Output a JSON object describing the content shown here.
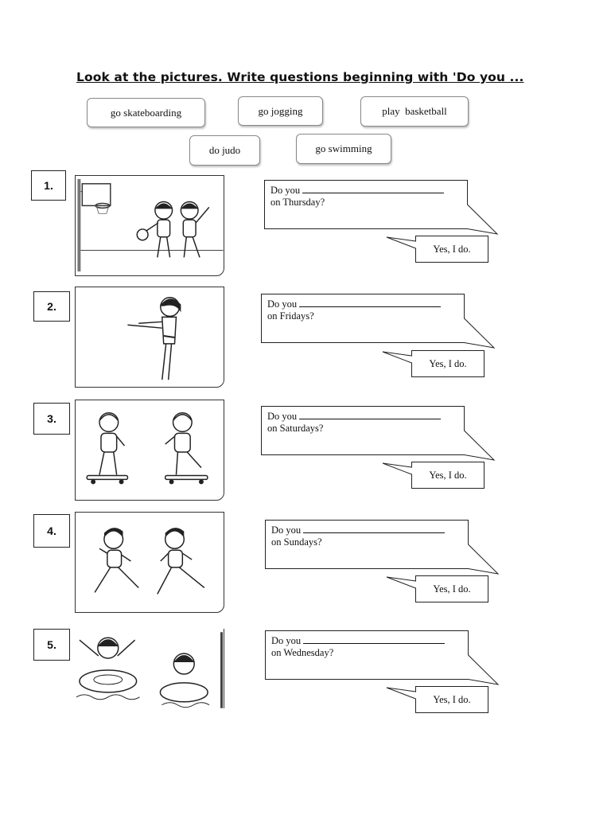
{
  "title": "Look at the pictures. Write questions beginning with 'Do you ...",
  "word_bank": [
    "go skateboarding",
    "go jogging",
    "play  basketball",
    "do judo",
    "go swimming"
  ],
  "items": [
    {
      "number": "1.",
      "question": "Do you",
      "day": "on Thursday?",
      "answer": "Yes, I do.",
      "icon": "children-playing-basketball"
    },
    {
      "number": "2.",
      "question": "Do you",
      "day": "on Fridays?",
      "answer": "Yes, I do.",
      "icon": "girl-doing-judo-kick"
    },
    {
      "number": "3.",
      "question": "Do you",
      "day": "on Saturdays?",
      "answer": "Yes, I do.",
      "icon": "children-skateboarding"
    },
    {
      "number": "4.",
      "question": "Do you",
      "day": "on Sundays?",
      "answer": "Yes, I do.",
      "icon": "children-jogging"
    },
    {
      "number": "5.",
      "question": "Do you",
      "day": "on Wednesday?",
      "answer": "Yes, I do.",
      "icon": "children-swimming"
    }
  ]
}
